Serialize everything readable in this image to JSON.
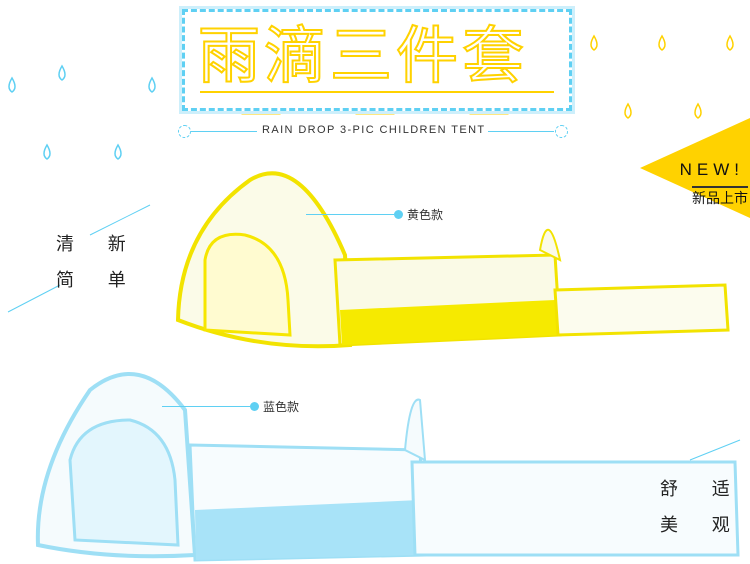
{
  "title": "雨滴三件套",
  "subtitle": "RAIN DROP 3-PIC CHILDREN TENT",
  "badge": {
    "new": "NEW!",
    "text": "新品上市"
  },
  "left_slogan": [
    "清 新",
    "简 单"
  ],
  "right_slogan": [
    "舒 适",
    "美 观"
  ],
  "variants": [
    {
      "label": "黄色款",
      "color": "#f6e600"
    },
    {
      "label": "蓝色款",
      "color": "#9edff5"
    }
  ],
  "colors": {
    "accent_yellow": "#ffd200",
    "accent_blue": "#5fd0f3"
  }
}
